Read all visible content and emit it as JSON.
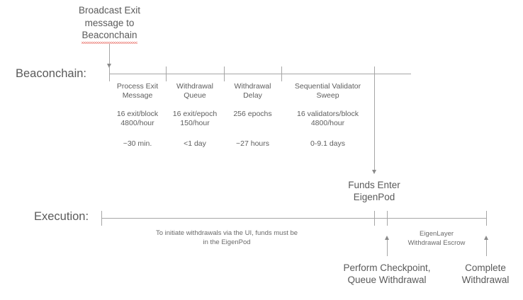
{
  "diagram": {
    "title_note": {
      "line1": "Broadcast Exit",
      "line2": "message to",
      "line3": "Beaconchain"
    },
    "lanes": [
      {
        "label": "Beaconchain:"
      },
      {
        "label": "Execution:"
      }
    ],
    "beaconchain_segments": [
      {
        "name_line1": "Process Exit",
        "name_line2": "Message",
        "metric_line1": "16 exit/block",
        "metric_line2": "4800/hour",
        "duration": "~30 min."
      },
      {
        "name_line1": "Withdrawal",
        "name_line2": "Queue",
        "metric_line1": "16 exit/epoch",
        "metric_line2": "150/hour",
        "duration": "<1 day"
      },
      {
        "name_line1": "Withdrawal",
        "name_line2": "Delay",
        "metric_line1": "256 epochs",
        "metric_line2": "",
        "duration": "~27 hours"
      },
      {
        "name_line1": "Sequential Validator",
        "name_line2": "Sweep",
        "metric_line1": "16 validators/block",
        "metric_line2": "4800/hour",
        "duration": "0-9.1 days"
      }
    ],
    "funds_enter": {
      "line1": "Funds Enter",
      "line2": "EigenPod"
    },
    "execution_note": {
      "line1": "To initiate withdrawals via the UI, funds must be",
      "line2": "in the EigenPod"
    },
    "escrow_note": {
      "line1": "EigenLayer",
      "line2": "Withdrawal Escrow"
    },
    "execution_markers": [
      {
        "line1": "Perform Checkpoint,",
        "line2": "Queue Withdrawal"
      },
      {
        "line1": "Complete",
        "line2": "Withdrawal"
      }
    ],
    "colors": {
      "line": "#a6a6a6",
      "text": "#5a5a5a",
      "spellcheck": "#e03a2f",
      "background": "#ffffff"
    }
  }
}
